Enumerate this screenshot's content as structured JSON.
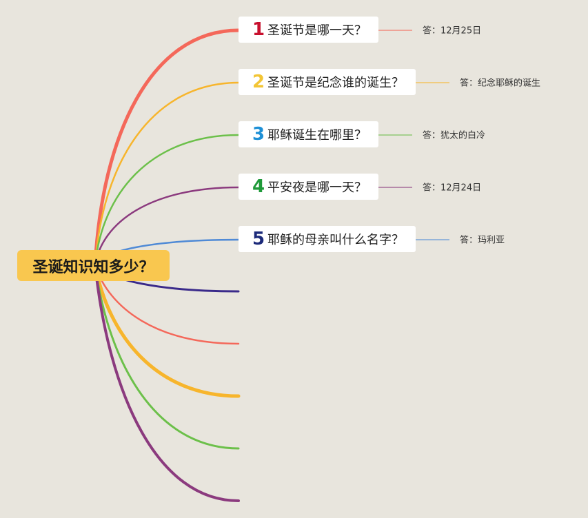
{
  "root": {
    "label": "圣诞知识知多少？",
    "color": "#f9c74f"
  },
  "questions": [
    {
      "number": "1",
      "text": "圣诞节是哪一天？",
      "answer": "答：12月25日",
      "color": "#f4685a",
      "num_color": "#c8102e"
    },
    {
      "number": "2",
      "text": "圣诞节是纪念谁的诞生？",
      "answer": "答：纪念耶稣的诞生",
      "color": "#f7b52c",
      "num_color": "#f3c535"
    },
    {
      "number": "3",
      "text": "耶稣诞生在哪里？",
      "answer": "答：犹太的白冷",
      "color": "#6cc04a",
      "num_color": "#1e90d6"
    },
    {
      "number": "4",
      "text": "平安夜是哪一天？",
      "answer": "答：12月24日",
      "color": "#8b3a7e",
      "num_color": "#1f9a3a"
    },
    {
      "number": "5",
      "text": "耶稣的母亲叫什么名字？",
      "answer": "答：玛利亚",
      "color": "#4f8ad6",
      "num_color": "#1c2a7a"
    }
  ],
  "empty_branches": [
    {
      "color": "#3a2a8a"
    },
    {
      "color": "#f4685a"
    },
    {
      "color": "#f7b52c"
    },
    {
      "color": "#6cc04a"
    },
    {
      "color": "#8b3a7e"
    }
  ]
}
